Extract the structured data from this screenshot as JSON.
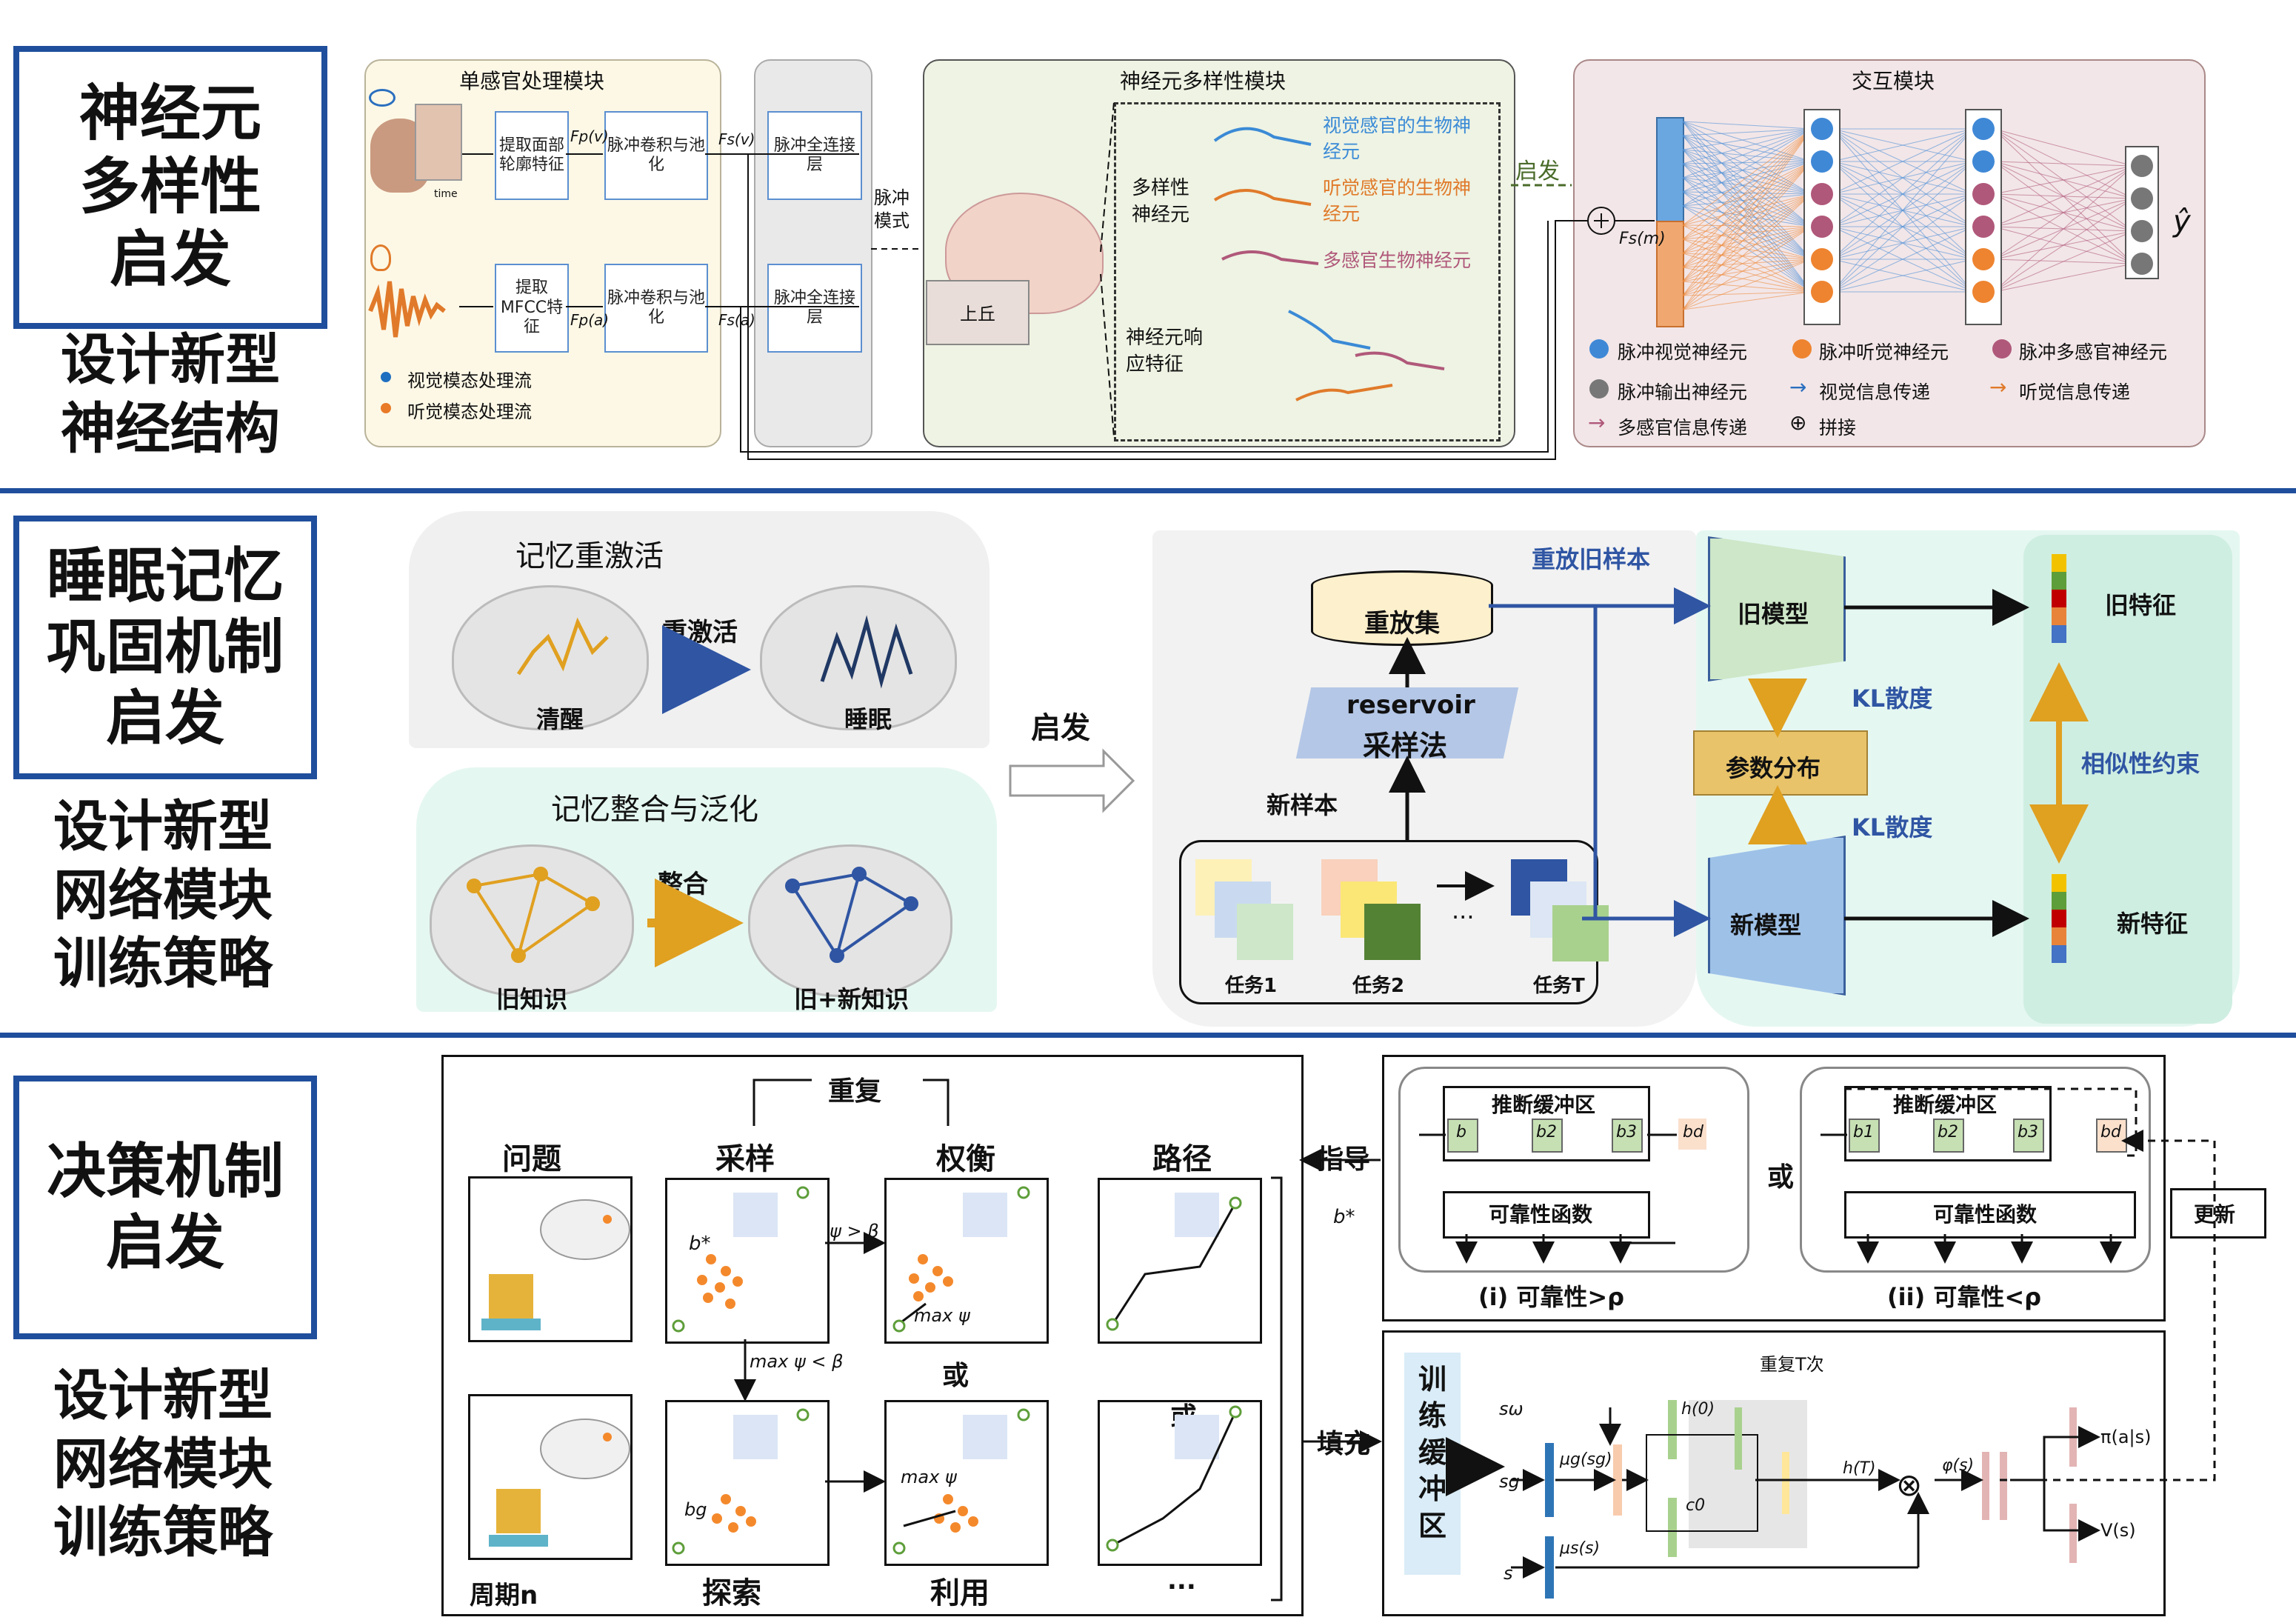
{
  "left_headers": {
    "s1": {
      "box": [
        "神经元",
        "多样性",
        "启发"
      ],
      "sub": [
        "设计新型",
        "神经结构"
      ]
    },
    "s2": {
      "box": [
        "睡眠记忆",
        "巩固机制",
        "启发"
      ],
      "sub": [
        "设计新型",
        "网络模块",
        "训练策略"
      ]
    },
    "s3": {
      "box": [
        "决策机制",
        "启发"
      ],
      "sub": [
        "设计新型",
        "网络模块",
        "训练策略"
      ]
    }
  },
  "s1": {
    "single_title": "单感官处理模块",
    "extract_face": "提取面部轮廓特征",
    "extract_mfcc": "提取MFCC特征",
    "conv_pool": "脉冲卷积与池化",
    "fc": "脉冲全连接层",
    "f_p_v": "Fp(v)",
    "f_p_a": "Fp(a)",
    "f_s_v": "Fs(v)",
    "f_s_a": "Fs(a)",
    "time": "time",
    "legend_visual": "视觉模态处理流",
    "legend_audio": "听觉模态处理流",
    "spike_mode": "脉冲模式",
    "diversity_title": "神经元多样性模块",
    "colliculus": "上丘",
    "diversity_neuron": "多样性神经元",
    "vis_neuron": "视觉感官的生物神经元",
    "aud_neuron": "听觉感官的生物神经元",
    "multi_neuron": "多感官生物神经元",
    "response": "神经元响应特征",
    "inspire": "启发",
    "interact_title": "交互模块",
    "f_s_m": "Fs(m)",
    "y_hat": "ŷ",
    "leg": [
      "脉冲视觉神经元",
      "脉冲听觉神经元",
      "脉冲多感官神经元",
      "脉冲输出神经元",
      "视觉信息传递",
      "听觉信息传递",
      "多感官信息传递",
      "拼接"
    ]
  },
  "s2": {
    "reactivate_title": "记忆重激活",
    "reactivate": "重激活",
    "awake": "清醒",
    "sleep": "睡眠",
    "integrate_title": "记忆整合与泛化",
    "integrate": "整合",
    "old_knowledge": "旧知识",
    "new_knowledge": "旧+新知识",
    "inspire": "启发",
    "replay_old": "重放旧样本",
    "replay_set": "重放集",
    "reservoir_1": "reservoir",
    "reservoir_2": "采样法",
    "new_samples": "新样本",
    "task1": "任务1",
    "task2": "任务2",
    "taskT": "任务T",
    "ellipsis": "...",
    "old_model": "旧模型",
    "new_model": "新模型",
    "kl1": "KL散度",
    "kl2": "KL散度",
    "param_dist": "参数分布",
    "old_feat": "旧特征",
    "new_feat": "新特征",
    "sim": "相似性约束"
  },
  "s3": {
    "repeat": "重复",
    "question": "问题",
    "sample": "采样",
    "tradeoff": "权衡",
    "path": "路径",
    "b_star": "b*",
    "psi_gt": "ψ > β",
    "max_psi": "max ψ",
    "max_psi_lt": "max ψ < β",
    "max_psi2": "max ψ",
    "or1": "或",
    "or2": "或",
    "bg": "bg",
    "cycle": "周期n",
    "explore": "探索",
    "exploit": "利用",
    "dots": "...",
    "guide": "指导",
    "b_star2": "b*",
    "fill": "填充",
    "infer_buf": "推断缓冲区",
    "reliability_fn": "可靠性函数",
    "cap_i": "(i)  可靠性>ρ",
    "cap_ii": "(ii)  可靠性<ρ",
    "or_mid": "或",
    "update": "更新",
    "b_labels": [
      "b",
      "b2",
      "b3",
      "bd"
    ],
    "b_labels2": [
      "b1",
      "b2",
      "b3",
      "bd"
    ],
    "train_buf": [
      "训",
      "练",
      "缓",
      "冲",
      "区"
    ],
    "repeat_T": "重复T次",
    "s_w": "sω",
    "s_g": "sg",
    "s": "s",
    "mu_g": "μg(sg)",
    "mu_s": "μs(s)",
    "h0": "h(0)",
    "c0": "c0",
    "hT": "h(T)",
    "phi": "φ(s)",
    "pi": "π(a|s)",
    "v": "V(s)"
  }
}
